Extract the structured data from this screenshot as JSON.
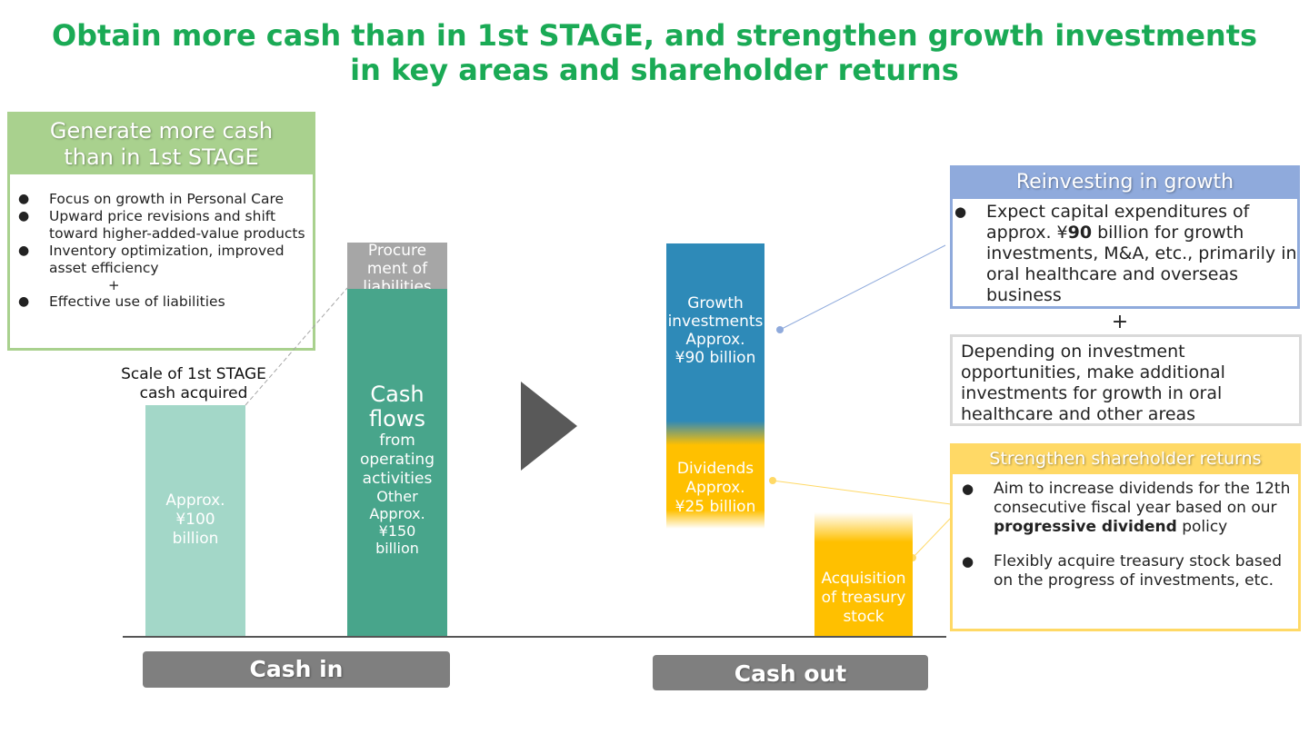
{
  "title": {
    "line1": "Obtain more cash than in 1st STAGE, and strengthen growth investments",
    "line2": "in key areas and shareholder returns"
  },
  "left_box": {
    "heading_line1": "Generate more cash",
    "heading_line2": "than in 1st STAGE",
    "items": [
      "Focus on growth in Personal Care",
      "Upward price revisions and shift toward higher-added-value products",
      "Inventory optimization, improved asset efficiency",
      "Effective use of liabilities"
    ],
    "plus": "+",
    "bullet": "●"
  },
  "bars": {
    "scale_label_line1": "Scale of 1st STAGE",
    "scale_label_line2": "cash acquired",
    "first_stage": {
      "line1": "Approx.",
      "line2": "¥100",
      "line3": "billion"
    },
    "procurement": {
      "line1": "Procure",
      "line2": "ment of",
      "line3": "liabilities"
    },
    "cash_flows": {
      "big1": "Cash",
      "big2": "flows",
      "line1": "from",
      "line2": "operating",
      "line3": "activities",
      "line4": "Other",
      "line5": "Approx.",
      "line6": "¥150",
      "line7": "billion"
    },
    "growth": {
      "line1": "Growth",
      "line2": "investments",
      "line3": "Approx.",
      "line4": "¥90 billion"
    },
    "dividends": {
      "line1": "Dividends",
      "line2": "Approx.",
      "line3": "¥25 billion"
    },
    "treasury": {
      "line1": "Acquisition",
      "line2": "of treasury",
      "line3": "stock"
    }
  },
  "buttons": {
    "cash_in": "Cash in",
    "cash_out": "Cash out"
  },
  "reinvest": {
    "heading": "Reinvesting in growth",
    "bullet": "●",
    "text_pre": "Expect capital expenditures of approx. ¥",
    "text_bold": "90",
    "text_post": " billion for growth investments, M&A, etc., primarily in oral healthcare and overseas business"
  },
  "plus_big": "+",
  "additional": "Depending on investment opportunities, make additional investments for growth in oral healthcare and other areas",
  "returns": {
    "heading": "Strengthen shareholder returns",
    "bullet": "●",
    "item1_pre": "Aim to increase dividends for the 12th consecutive fiscal year based on our ",
    "item1_bold": "progressive dividend",
    "item1_post": " policy",
    "item2": "Flexibly acquire treasury stock based on the progress of investments, etc."
  },
  "colors": {
    "title_green": "#1aaa55",
    "left_green": "#a9d18e",
    "first_stage_bar": "#a3d7c8",
    "cash_flow_bar": "#48a58b",
    "procurement_bar": "#a6a6a6",
    "growth_bar": "#2e8ab8",
    "dividend_bar": "#ffc000",
    "treasury_bar": "#ffc000",
    "reinvest_blue": "#8faadc",
    "returns_yellow": "#ffd966",
    "button_gray": "#7f7f7f",
    "arrow_gray": "#595959"
  }
}
